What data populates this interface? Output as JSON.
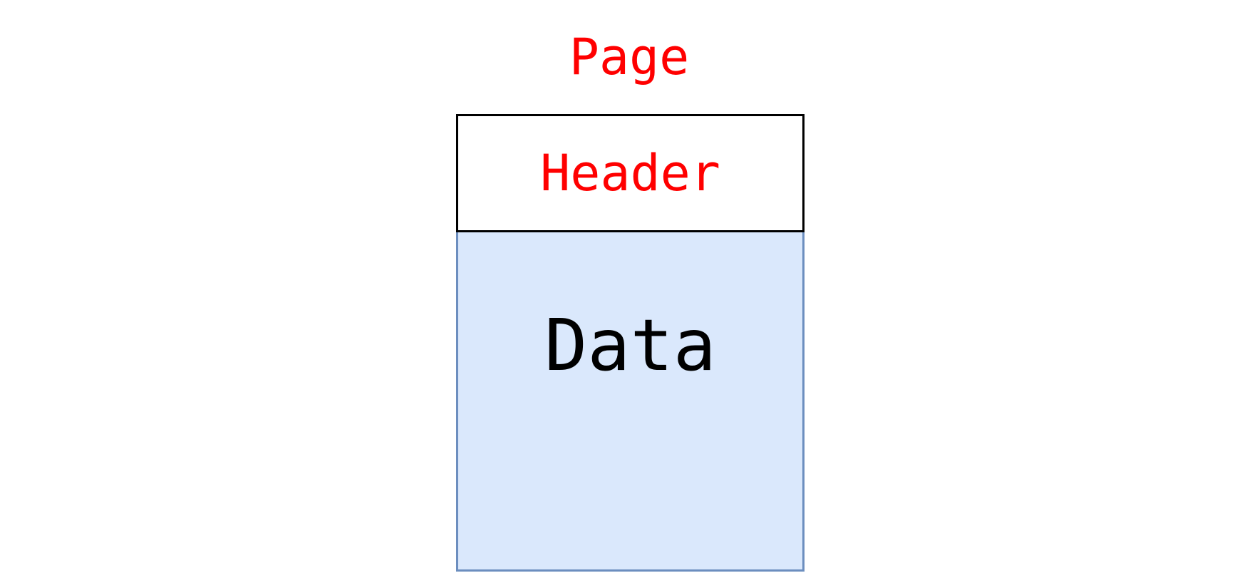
{
  "diagram": {
    "page_label": "Page",
    "header_label": "Header",
    "data_label": "Data"
  },
  "colors": {
    "label_red": "#ff0000",
    "header_border": "#000000",
    "data_fill": "#dae8fc",
    "data_border": "#6c8ebf"
  }
}
